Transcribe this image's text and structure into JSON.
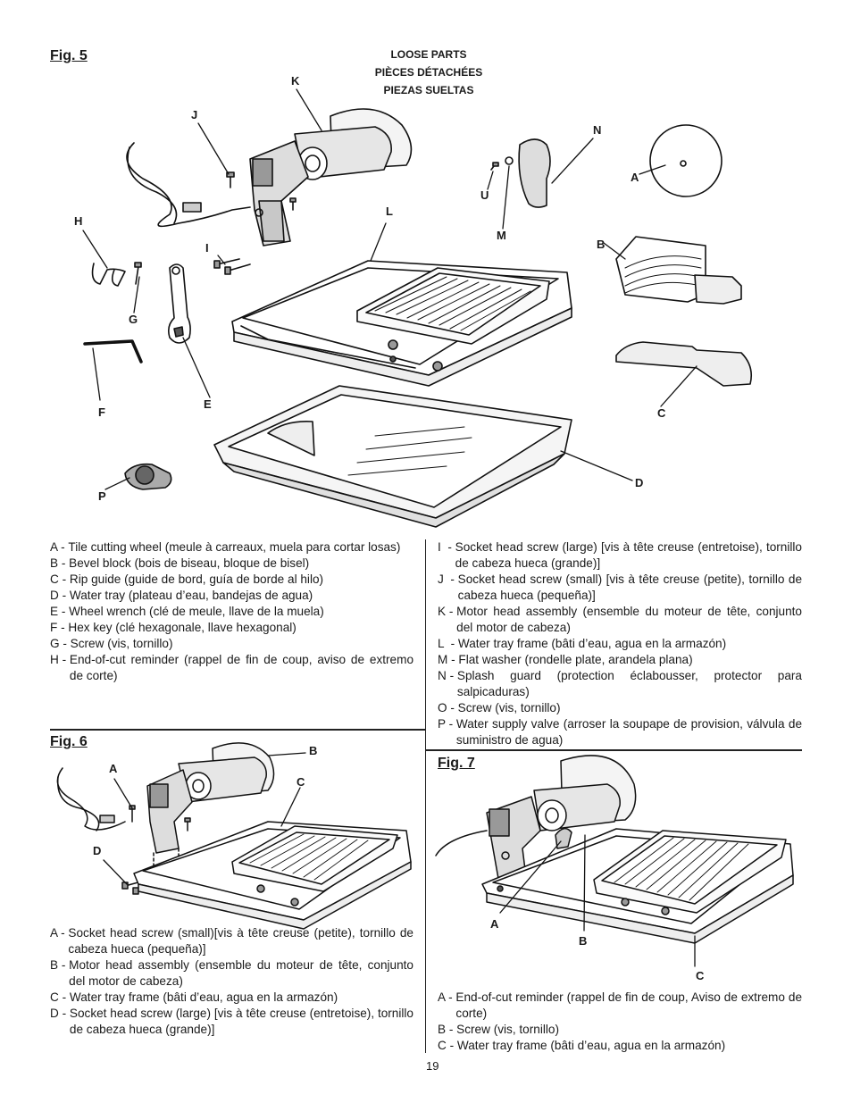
{
  "fig5": {
    "title": "Fig. 5",
    "loose_parts": [
      "LOOSE PARTS",
      "PIÈCES DÉTACHÉES",
      "PIEZAS SUELTAS"
    ],
    "callouts": {
      "K": "K",
      "J": "J",
      "H": "H",
      "I": "I",
      "G": "G",
      "F": "F",
      "E": "E",
      "P": "P",
      "L": "L",
      "U": "U",
      "M": "M",
      "N": "N",
      "A": "A",
      "B": "B",
      "C": "C",
      "D": "D"
    },
    "legend_left": [
      {
        "key": "A - ",
        "text": "Tile cutting wheel (meule à carreaux, muela para cortar losas)"
      },
      {
        "key": "B - ",
        "text": "Bevel block (bois de biseau, bloque de bisel)"
      },
      {
        "key": "C - ",
        "text": "Rip guide (guide de bord, guía de borde al hilo)"
      },
      {
        "key": "D - ",
        "text": "Water tray (plateau d’eau, bandejas de agua)"
      },
      {
        "key": "E - ",
        "text": "Wheel wrench (clé de meule, llave de la muela)"
      },
      {
        "key": "F - ",
        "text": "Hex key (clé hexagonale, llave hexagonal)"
      },
      {
        "key": "G - ",
        "text": "Screw (vis, tornillo)"
      },
      {
        "key": "H - ",
        "text": "End-of-cut reminder (rappel de fin de coup, aviso de extremo de corte)"
      }
    ],
    "legend_right": [
      {
        "key": "I  - ",
        "text": "Socket head screw (large) [vis à tête creuse (entretoise), tornillo de cabeza hueca (grande)]"
      },
      {
        "key": "J  - ",
        "text": "Socket head screw (small) [vis à tête creuse (petite), tornillo de cabeza hueca (pequeña)]"
      },
      {
        "key": "K - ",
        "text": "Motor head assembly (ensemble du moteur de tête, conjunto del motor de cabeza)"
      },
      {
        "key": "L  - ",
        "text": "Water tray frame (bâti d’eau, agua en la armazón)"
      },
      {
        "key": "M - ",
        "text": "Flat washer (rondelle plate, arandela plana)"
      },
      {
        "key": "N - ",
        "text": "Splash guard (protection éclabousser, protector para salpicaduras)"
      },
      {
        "key": "O - ",
        "text": "Screw (vis, tornillo)"
      },
      {
        "key": "P - ",
        "text": "Water supply valve (arroser la soupape de provision, válvula de suministro de agua)"
      }
    ]
  },
  "fig6": {
    "title": "Fig. 6",
    "callouts": {
      "A": "A",
      "B": "B",
      "C": "C",
      "D": "D"
    },
    "legend": [
      {
        "key": "A - ",
        "text": "Socket head screw (small)[vis à tête creuse (petite), tornillo de cabeza hueca (pequeña)]"
      },
      {
        "key": "B - ",
        "text": "Motor head assembly (ensemble du moteur de tête, conjunto del motor de cabeza)"
      },
      {
        "key": "C - ",
        "text": "Water tray frame (bâti d’eau, agua en la armazón)"
      },
      {
        "key": "D - ",
        "text": "Socket head screw (large) [vis à tête creuse (entretoise), tornillo de cabeza hueca (grande)]"
      }
    ]
  },
  "fig7": {
    "title": "Fig. 7",
    "callouts": {
      "A": "A",
      "B": "B",
      "C": "C"
    },
    "legend": [
      {
        "key": "A - ",
        "text": "End-of-cut reminder (rappel de fin de coup, Aviso de extremo de corte)"
      },
      {
        "key": "B - ",
        "text": "Screw (vis, tornillo)"
      },
      {
        "key": "C - ",
        "text": "Water tray frame (bâti d’eau, agua en la armazón)"
      }
    ]
  },
  "page_number": "19"
}
